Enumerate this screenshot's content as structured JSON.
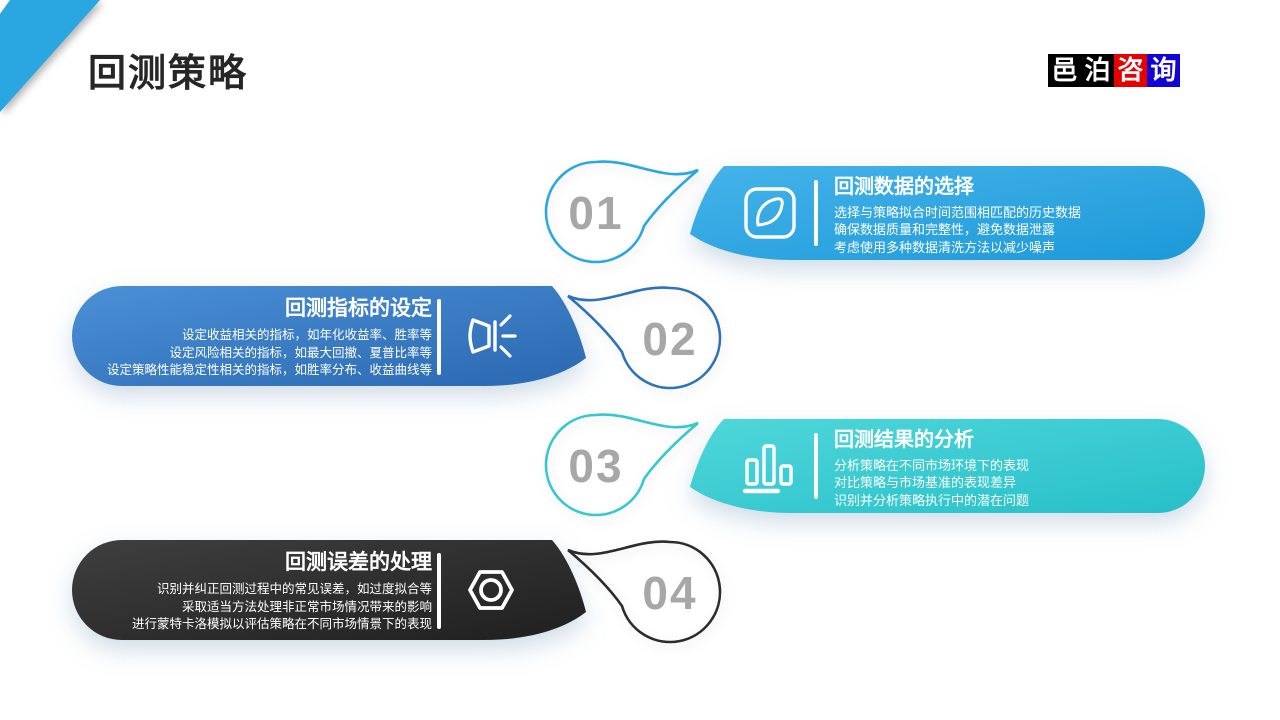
{
  "slide": {
    "background": "#ffffff",
    "corner_ribbon_color": "#2aa6e0",
    "title": "回测策略",
    "title_color": "#262626",
    "logo": {
      "cells": [
        {
          "char": "邑",
          "bg": "#000000",
          "fg": "#ffffff"
        },
        {
          "char": "泊",
          "bg": "#000000",
          "fg": "#ffffff"
        },
        {
          "char": "咨",
          "bg": "#e60000",
          "fg": "#ffffff"
        },
        {
          "char": "询",
          "bg": "#1203d6",
          "fg": "#ffffff"
        }
      ]
    },
    "number_color": "#a7a7a7",
    "steps": [
      {
        "number": "01",
        "side": "right",
        "icon": "pen-leaf-icon",
        "title": "回测数据的选择",
        "lines": [
          "选择与策略拟合时间范围相匹配的历史数据",
          "确保数据质量和完整性，避免数据泄露",
          "考虑使用多种数据清洗方法以减少噪声"
        ],
        "colors": {
          "accent": "#29a7e0",
          "gradient_from": "#45b3ea",
          "gradient_to": "#1c99d8"
        }
      },
      {
        "number": "02",
        "side": "left",
        "icon": "megaphone-icon",
        "title": "回测指标的设定",
        "lines": [
          "设定收益相关的指标，如年化收益率、胜率等",
          "设定风险相关的指标，如最大回撤、夏普比率等",
          "设定策略性能稳定性相关的指标，如胜率分布、收益曲线等"
        ],
        "colors": {
          "accent": "#2e73b8",
          "gradient_from": "#4b90d6",
          "gradient_to": "#2a68b0"
        }
      },
      {
        "number": "03",
        "side": "right",
        "icon": "bar-chart-icon",
        "title": "回测结果的分析",
        "lines": [
          "分析策略在不同市场环境下的表现",
          "对比策略与市场基准的表现差异",
          "识别并分析策略执行中的潜在问题"
        ],
        "colors": {
          "accent": "#35c9ce",
          "gradient_from": "#4fd7da",
          "gradient_to": "#27bfc9"
        }
      },
      {
        "number": "04",
        "side": "left",
        "icon": "hex-nut-icon",
        "title": "回测误差的处理",
        "lines": [
          "识别并纠正回测过程中的常见误差，如过度拟合等",
          "采取适当方法处理非正常市场情况带来的影响",
          "进行蒙特卡洛模拟以评估策略在不同市场情景下的表现"
        ],
        "colors": {
          "accent": "#2c2c2c",
          "gradient_from": "#3f3f3f",
          "gradient_to": "#1f1f1f"
        }
      }
    ]
  }
}
